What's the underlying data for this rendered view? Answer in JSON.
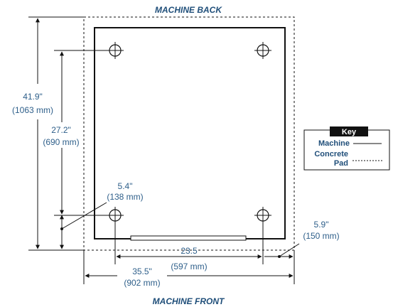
{
  "labels": {
    "back": "MACHINE BACK",
    "front": "MACHINE FRONT"
  },
  "dimensions": {
    "overall_depth": {
      "imperial": "41.9\"",
      "metric": "(1063 mm)"
    },
    "bolt_depth": {
      "imperial": "27.2\"",
      "metric": "(690 mm)"
    },
    "bolt_front_offset": {
      "imperial": "5.4\"",
      "metric": "(138 mm)"
    },
    "bolt_width": {
      "imperial": "23.5",
      "metric": "(597 mm)"
    },
    "overall_width": {
      "imperial": "35.5\"",
      "metric": "(902 mm)"
    },
    "bolt_side_offset": {
      "imperial": "5.9\"",
      "metric": "(150 mm)"
    }
  },
  "key": {
    "title": "Key",
    "machine": "Machine",
    "concrete": "Concrete",
    "pad": "Pad"
  },
  "colors": {
    "line": "#111111",
    "text": "#2e5f8a",
    "label": "#1f4e79",
    "key_header": "#111111"
  },
  "icons": [
    "anchor-bolt-crosshair-icon"
  ]
}
